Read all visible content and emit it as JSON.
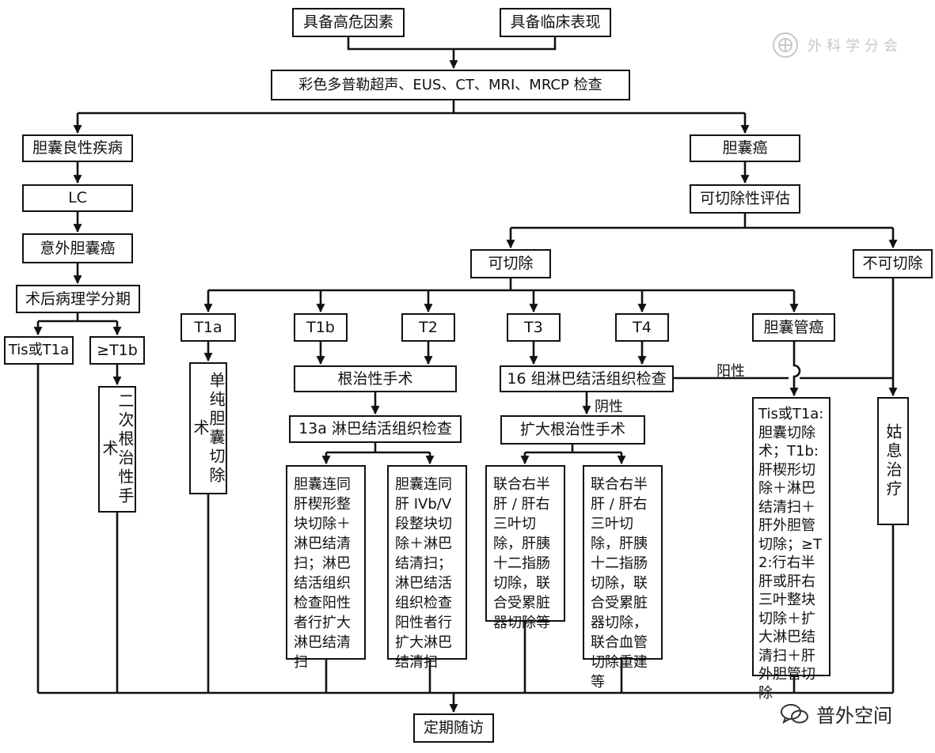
{
  "nodes": {
    "risk": "具备高危因素",
    "clinical": "具备临床表现",
    "imaging": "彩色多普勒超声、EUS、CT、MRI、MRCP 检查",
    "benign": "胆囊良性疾病",
    "cancer": "胆囊癌",
    "lc": "LC",
    "incidental": "意外胆囊癌",
    "pathstage": "术后病理学分期",
    "tis": "Tis或T1a",
    "t1b_left": "≥T1b",
    "second_radical": "二次根治性手术",
    "resect_eval": "可切除性评估",
    "resectable": "可切除",
    "unresectable": "不可切除",
    "t1a": "T1a",
    "t1b": "T1b",
    "t2": "T2",
    "t3": "T3",
    "t4": "T4",
    "duct_cancer": "胆囊管癌",
    "simple_chole": "单纯胆囊切除术",
    "radical": "根治性手术",
    "biopsy16": "16 组淋巴结活组织检查",
    "biopsy13a": "13a 淋巴结活组织检查",
    "extended": "扩大根治性手术",
    "wedge": "胆囊连同肝楔形整块切除＋淋巴结清扫；淋巴结活组织检查阳性者行扩大淋巴结清扫",
    "segment": "胆囊连同肝 IVb/V段整块切除＋淋巴结清扫；淋巴结活组织检查阳性者行扩大淋巴结清扫",
    "combo1": "联合右半肝 / 肝右三叶切除，肝胰十二指肠切除，联合受累脏器切除等",
    "combo2": "联合右半肝 / 肝右三叶切除，肝胰十二指肠切除，联合受累脏器切除，联合血管切除重建等",
    "duct_plan": "Tis或T1a:胆囊切除术；T1b:肝楔形切除＋淋巴结清扫＋肝外胆管切除；≥T2:行右半肝或肝右三叶整块切除＋扩大淋巴结清扫＋肝外胆管切除",
    "palliative": "姑息治疗",
    "followup": "定期随访"
  },
  "labels": {
    "positive": "阳性",
    "negative": "阴性"
  },
  "watermark": "外科学分会",
  "wechat": "普外空间",
  "colors": {
    "line": "#111111",
    "background": "#ffffff",
    "watermark": "#c8c8c8"
  }
}
